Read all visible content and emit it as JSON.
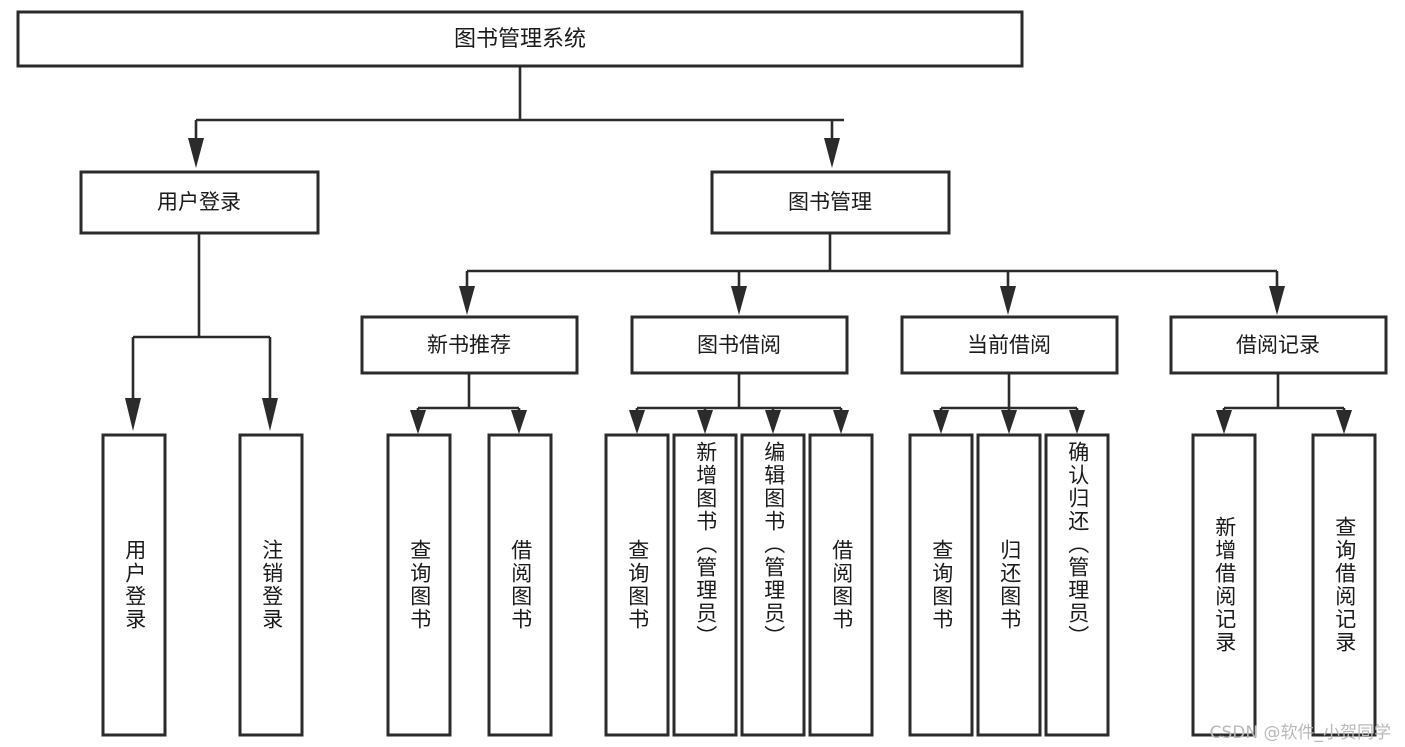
{
  "diagram": {
    "type": "tree-hierarchy",
    "title": "图书管理系统",
    "watermark": "CSDN @软件_小贺同学",
    "colors": {
      "box_stroke": "#2b2b2b",
      "box_fill": "#ffffff",
      "line": "#2b2b2b",
      "text": "#1a1a1a",
      "watermark": "#b9b9b9",
      "background": "#ffffff"
    },
    "root": {
      "label": "图书管理系统"
    },
    "level1": [
      {
        "id": "user-login",
        "label": "用户登录"
      },
      {
        "id": "book-manage",
        "label": "图书管理"
      }
    ],
    "level2": [
      {
        "id": "new-book-recommend",
        "label": "新书推荐",
        "parent": "book-manage"
      },
      {
        "id": "book-borrow",
        "label": "图书借阅",
        "parent": "book-manage"
      },
      {
        "id": "current-borrow",
        "label": "当前借阅",
        "parent": "book-manage"
      },
      {
        "id": "borrow-record",
        "label": "借阅记录",
        "parent": "book-manage"
      }
    ],
    "leaves": {
      "user-login": [
        {
          "id": "leaf-user-login",
          "label": "用户登录"
        },
        {
          "id": "leaf-logout",
          "label": "注销登录"
        }
      ],
      "new-book-recommend": [
        {
          "id": "leaf-query-book-1",
          "label": "查询图书"
        },
        {
          "id": "leaf-borrow-book-1",
          "label": "借阅图书"
        }
      ],
      "book-borrow": [
        {
          "id": "leaf-query-book-2",
          "label": "查询图书"
        },
        {
          "id": "leaf-add-book",
          "label": "新增图书（管理员）"
        },
        {
          "id": "leaf-edit-book",
          "label": "编辑图书（管理员）"
        },
        {
          "id": "leaf-borrow-book-2",
          "label": "借阅图书"
        }
      ],
      "current-borrow": [
        {
          "id": "leaf-query-book-3",
          "label": "查询图书"
        },
        {
          "id": "leaf-return-book",
          "label": "归还图书"
        },
        {
          "id": "leaf-confirm-return",
          "label": "确认归还（管理员）"
        }
      ],
      "borrow-record": [
        {
          "id": "leaf-add-record",
          "label": "新增借阅记录"
        },
        {
          "id": "leaf-query-record",
          "label": "查询借阅记录"
        }
      ]
    }
  }
}
